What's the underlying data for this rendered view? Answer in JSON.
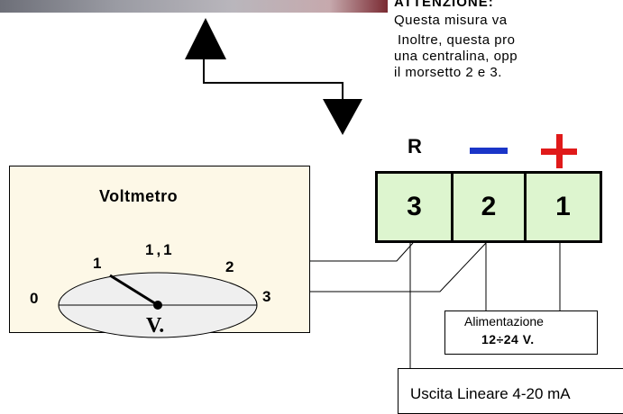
{
  "attention": {
    "title": "ATTENZIONE:",
    "lines": [
      "Questa misura va",
      "Inoltre, questa pro",
      "una centralina, opp",
      "il morsetto 2 e 3."
    ]
  },
  "terminal": {
    "symbols": {
      "ref": "R",
      "minus": "—",
      "plus": "+"
    },
    "cells": [
      "3",
      "2",
      "1"
    ]
  },
  "voltmeter": {
    "title": "Voltmetro",
    "scale": [
      "0",
      "1",
      "1,1",
      "2",
      "3"
    ],
    "unit_label": "V."
  },
  "supply": {
    "label": "Alimentazione",
    "value": "12÷24  V."
  },
  "output": {
    "label": "Uscita Lineare 4-20 mA"
  },
  "colors": {
    "terminal_fill": "#ddf5cf",
    "voltmeter_fill": "#fdf8e7",
    "dial_fill": "#efefef",
    "minus_color": "#1a35c8",
    "plus_color": "#e01a1a"
  }
}
